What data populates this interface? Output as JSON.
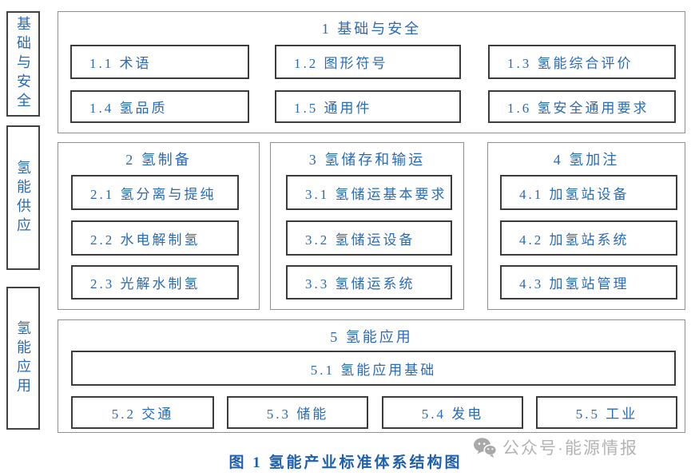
{
  "diagram": {
    "side_labels": [
      {
        "label": "基础与安全"
      },
      {
        "label": "氢能供应"
      },
      {
        "label": "氢能应用"
      }
    ],
    "sections": {
      "foundation": {
        "title": "1 基础与安全",
        "items": [
          "1.1 术语",
          "1.2 图形符号",
          "1.3 氢能综合评价",
          "1.4 氢品质",
          "1.5 通用件",
          "1.6 氢安全通用要求"
        ]
      },
      "production": {
        "title": "2 氢制备",
        "items": [
          "2.1 氢分离与提纯",
          "2.2 水电解制氢",
          "2.3 光解水制氢"
        ]
      },
      "storage": {
        "title": "3 氢储存和输运",
        "items": [
          "3.1 氢储运基本要求",
          "3.2 氢储运设备",
          "3.3 氢储运系统"
        ]
      },
      "refueling": {
        "title": "4 氢加注",
        "items": [
          "4.1 加氢站设备",
          "4.2 加氢站系统",
          "4.3 加氢站管理"
        ]
      },
      "application": {
        "title": "5 氢能应用",
        "items": [
          "5.1 氢能应用基础",
          "5.2 交通",
          "5.3 储能",
          "5.4 发电",
          "5.5 工业"
        ]
      }
    },
    "caption": "图 1 氢能产业标准体系结构图",
    "watermark": {
      "icon": "wechat-icon",
      "text": "公众号·能源情报"
    },
    "colors": {
      "text_blue": "#2a6ab5",
      "caption_blue": "#1e5fae",
      "watermark_gray": "#b3b3b3"
    }
  }
}
